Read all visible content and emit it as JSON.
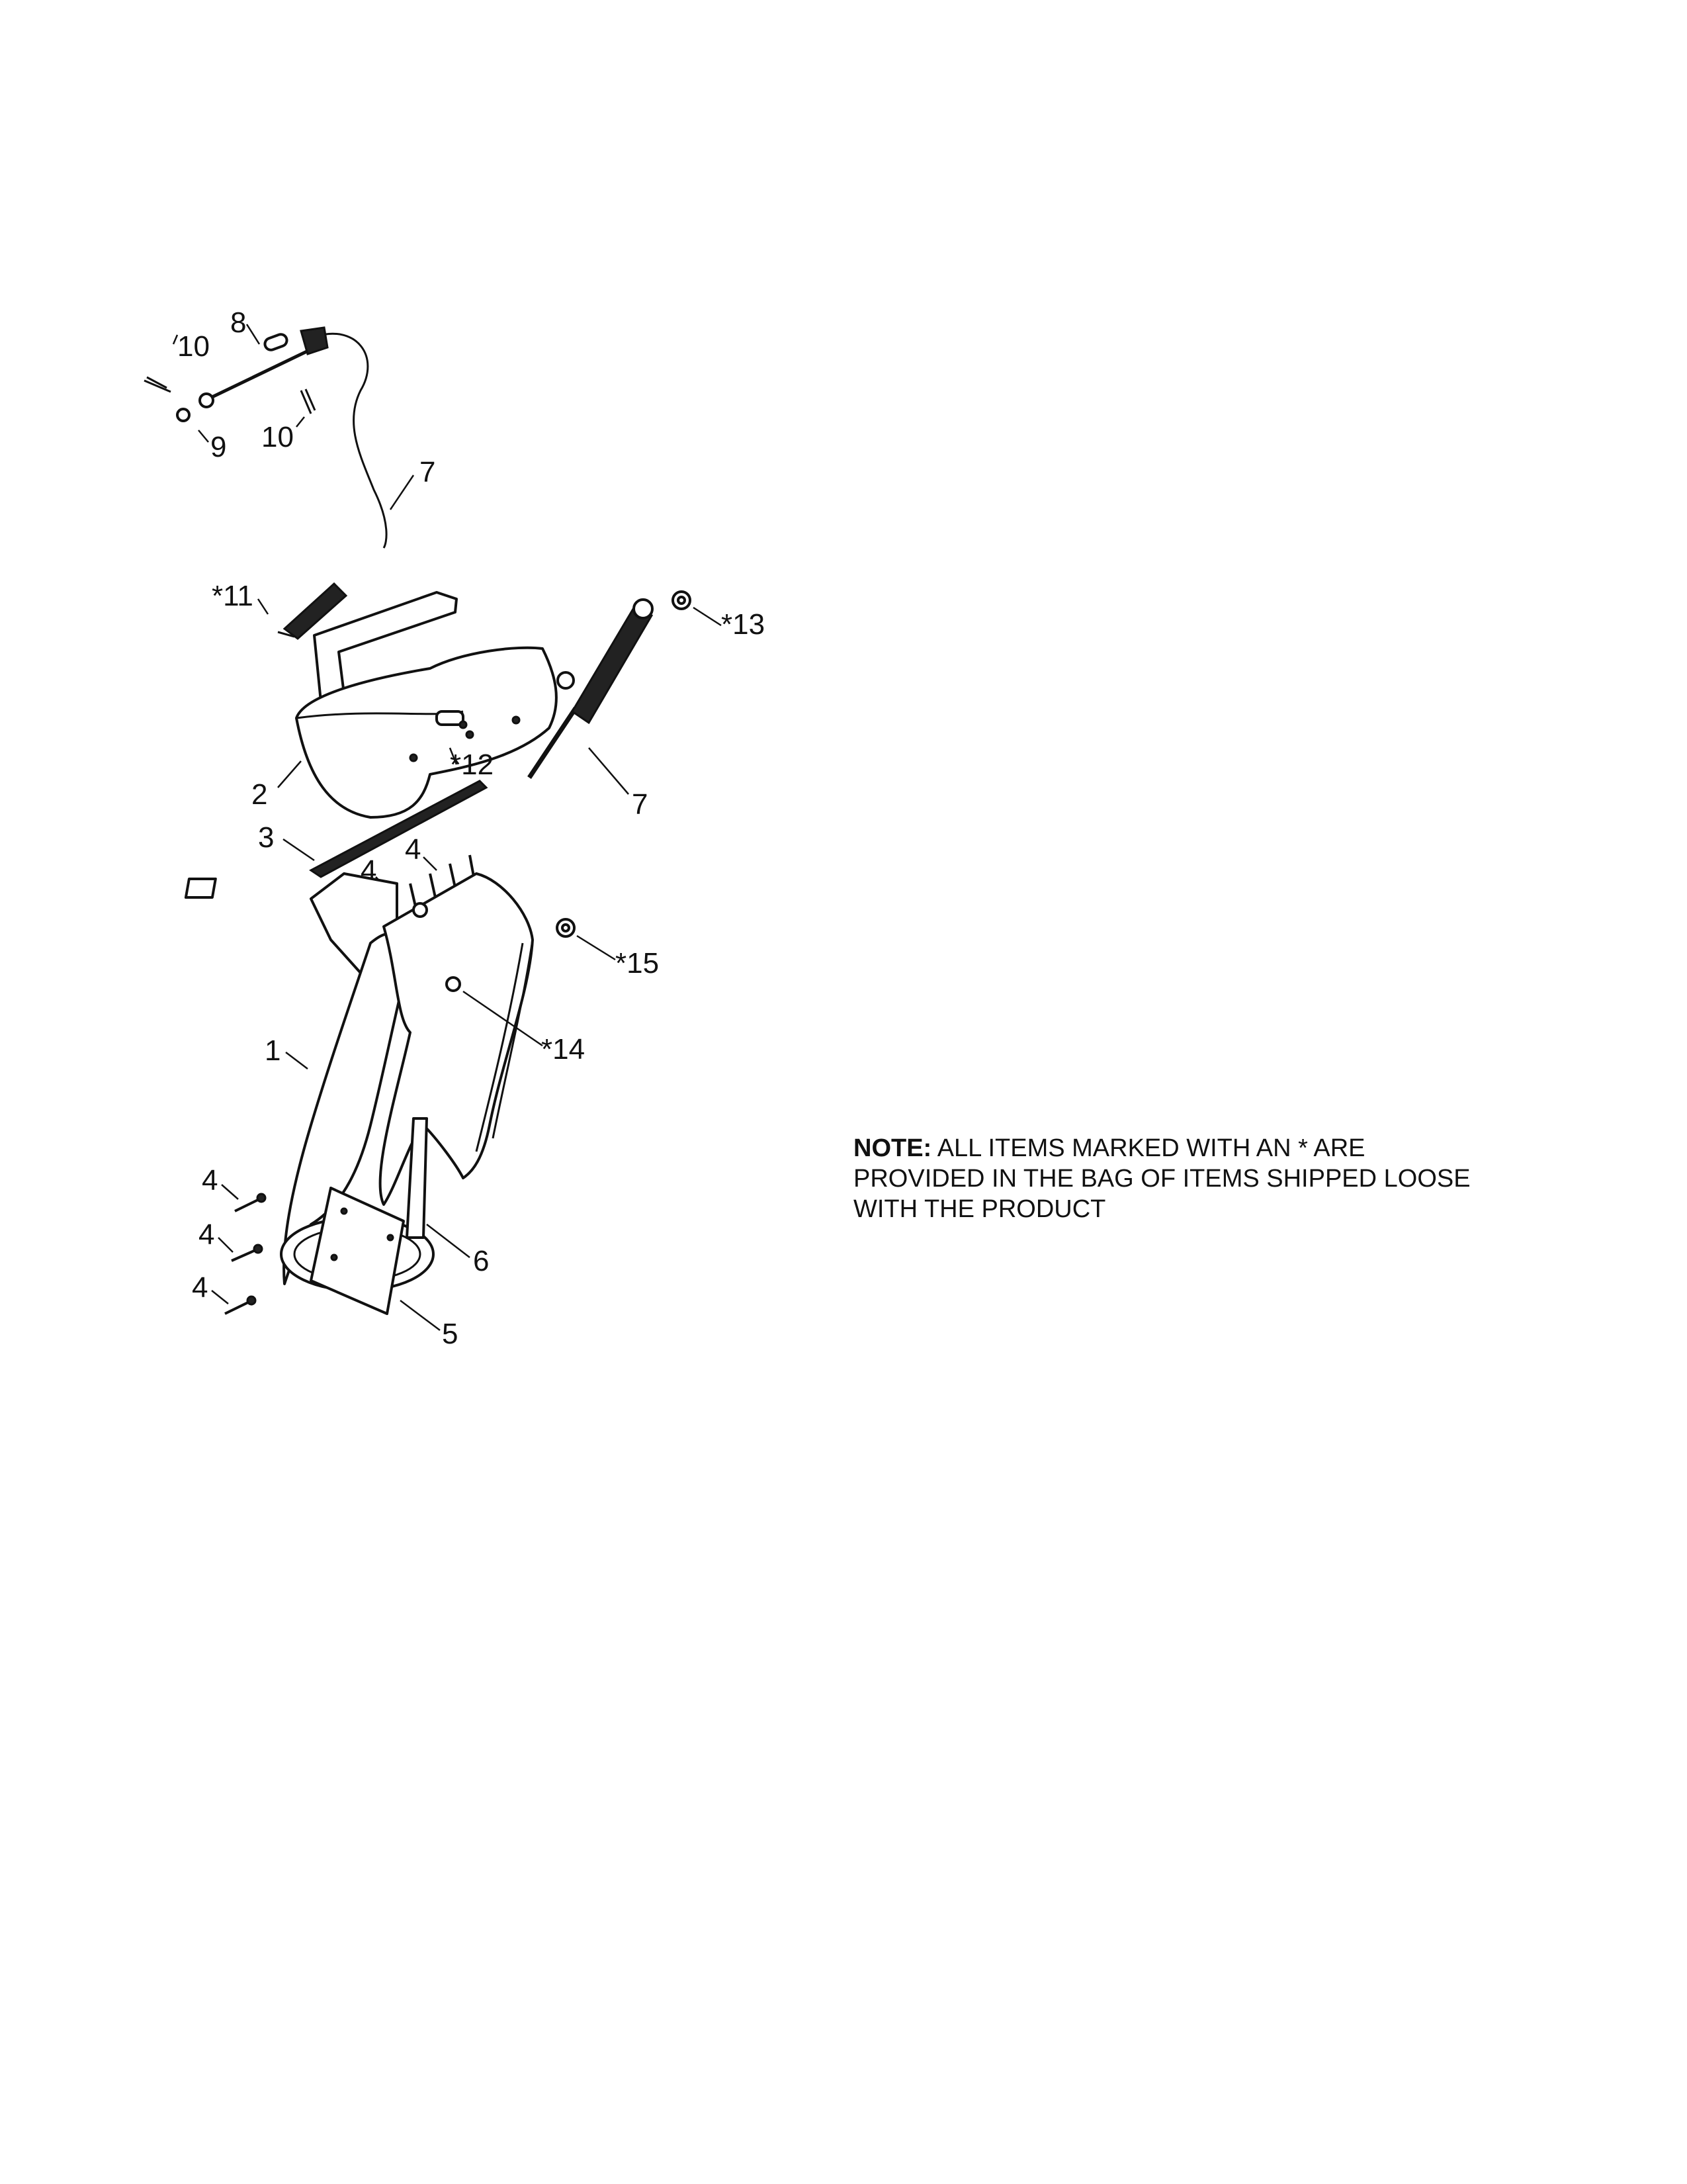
{
  "callouts": {
    "c10a": "10",
    "c8": "8",
    "c9": "9",
    "c10b": "10",
    "c7a": "7",
    "c11": "*11",
    "c13": "*13",
    "c2": "2",
    "c12": "*12",
    "c7b": "7",
    "c3": "3",
    "c4a": "4",
    "c4b": "4",
    "c15": "*15",
    "c14": "*14",
    "c1": "1",
    "c4c": "4",
    "c4d": "4",
    "c4e": "4",
    "c6": "6",
    "c5": "5"
  },
  "note": {
    "label": "NOTE:",
    "line1": "ALL ITEMS MARKED WITH AN * ARE",
    "line2": "PROVIDED IN THE BAG OF ITEMS SHIPPED LOOSE",
    "line3": "WITH THE PRODUCT"
  }
}
